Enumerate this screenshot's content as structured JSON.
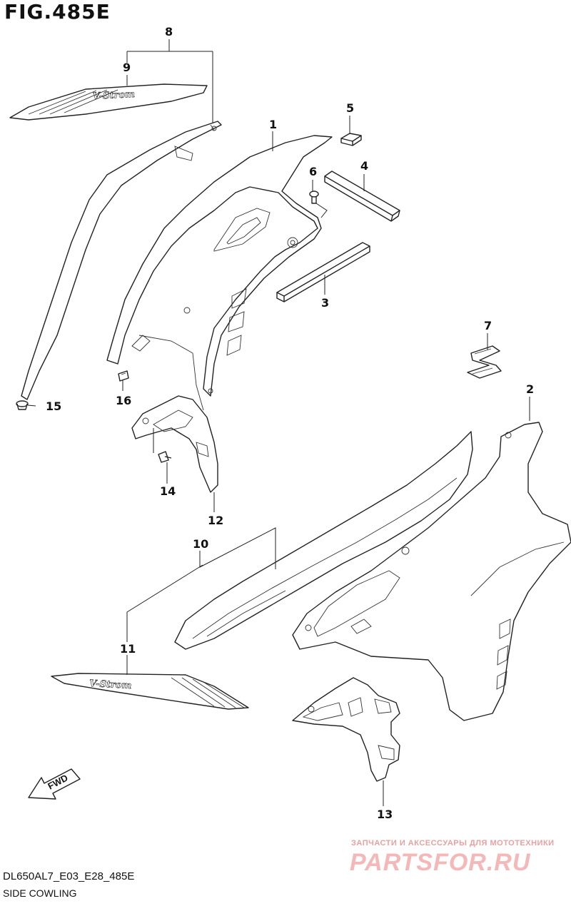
{
  "figure": {
    "title": "FIG.485E",
    "code": "DL650AL7_E03_E28_485E",
    "name": "SIDE COWLING"
  },
  "watermark": {
    "tagline": "ЗАПЧАСТИ И АКСЕССУАРЫ ДЛЯ МОТОТЕХНИКИ",
    "brand": "PARTSFOR.RU"
  },
  "decal_text": {
    "upper": "V-Strom",
    "lower": "V-Strom"
  },
  "fwd_label": "FWD",
  "callouts": {
    "c1": "1",
    "c2": "2",
    "c3": "3",
    "c4": "4",
    "c5": "5",
    "c6": "6",
    "c7": "7",
    "c8": "8",
    "c9": "9",
    "c10": "10",
    "c11": "11",
    "c12": "12",
    "c13": "13",
    "c14": "14",
    "c15": "15",
    "c16": "16"
  }
}
